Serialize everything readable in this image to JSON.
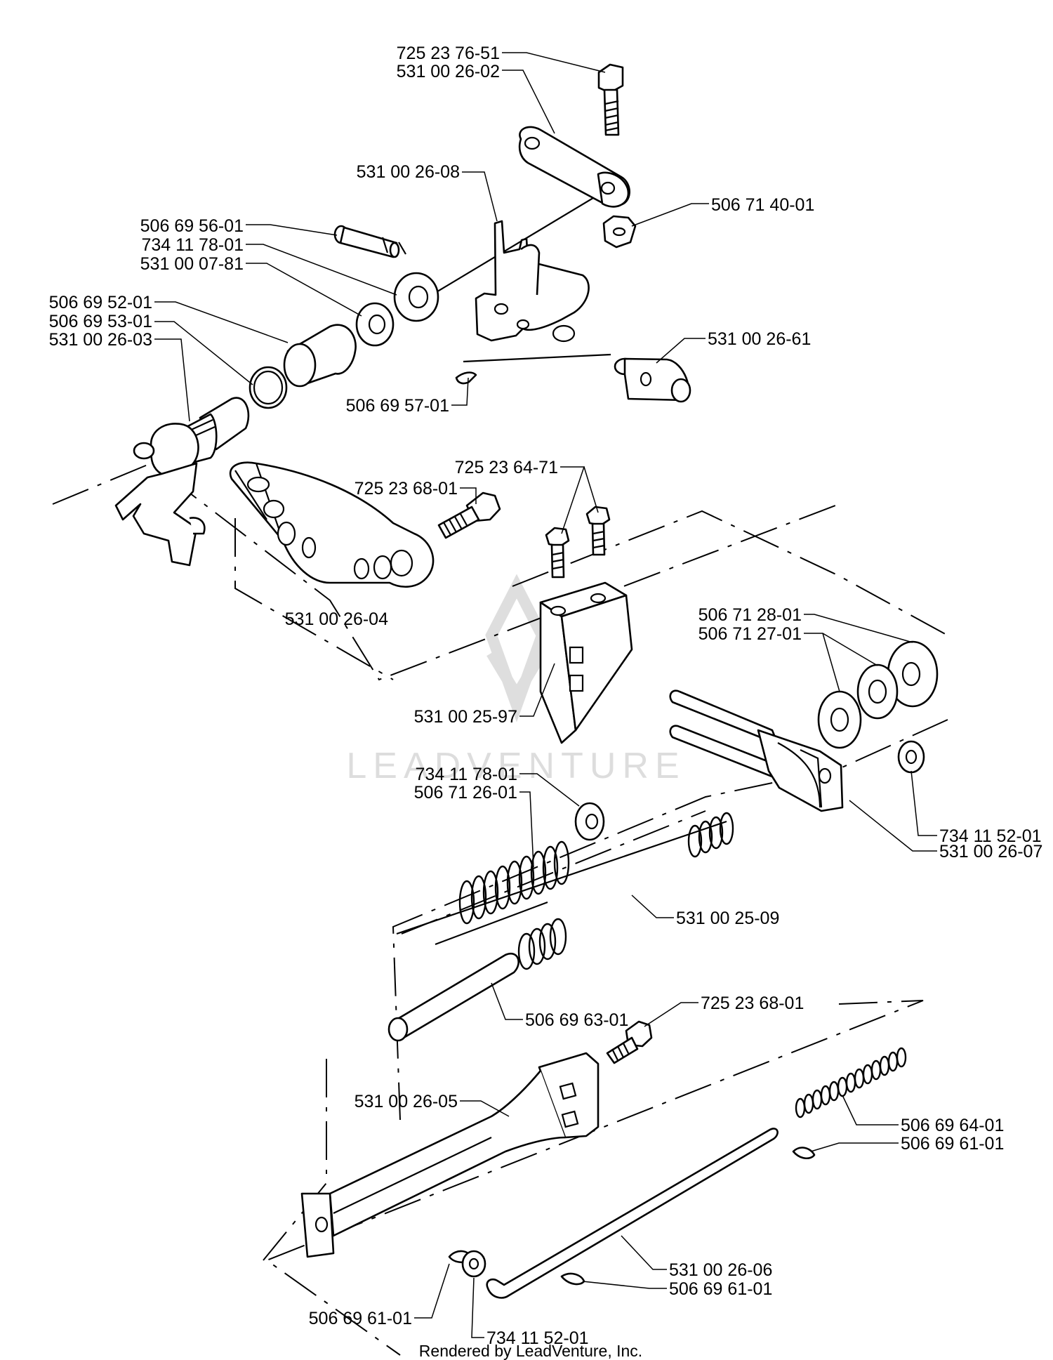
{
  "watermark": "LEADVENTURE",
  "credit": "Rendered by LeadVenture, Inc.",
  "callouts": [
    {
      "id": "c01",
      "text": "725 23 76-51"
    },
    {
      "id": "c02",
      "text": "531 00 26-02"
    },
    {
      "id": "c03",
      "text": "531 00 26-08"
    },
    {
      "id": "c04",
      "text": "506 71 40-01"
    },
    {
      "id": "c05",
      "text": "506 69 56-01"
    },
    {
      "id": "c06",
      "text": "734 11 78-01"
    },
    {
      "id": "c07",
      "text": "531 00 07-81"
    },
    {
      "id": "c08",
      "text": "506 69 52-01"
    },
    {
      "id": "c09",
      "text": "506 69 53-01"
    },
    {
      "id": "c10",
      "text": "531 00 26-03"
    },
    {
      "id": "c11",
      "text": "531 00 26-61"
    },
    {
      "id": "c12",
      "text": "506 69 57-01"
    },
    {
      "id": "c13",
      "text": "725 23 68-01"
    },
    {
      "id": "c14",
      "text": "725 23 64-71"
    },
    {
      "id": "c15",
      "text": "531 00 26-04"
    },
    {
      "id": "c16",
      "text": "506 71 28-01"
    },
    {
      "id": "c17",
      "text": "506 71 27-01"
    },
    {
      "id": "c18",
      "text": "531 00 25-97"
    },
    {
      "id": "c19",
      "text": "734 11 78-01"
    },
    {
      "id": "c20",
      "text": "506 71 26-01"
    },
    {
      "id": "c21",
      "text": "734 11 52-01"
    },
    {
      "id": "c22",
      "text": "531 00 26-07"
    },
    {
      "id": "c23",
      "text": "531 00 25-09"
    },
    {
      "id": "c24",
      "text": "506 69 63-01"
    },
    {
      "id": "c25",
      "text": "725 23 68-01"
    },
    {
      "id": "c26",
      "text": "531 00 26-05"
    },
    {
      "id": "c27",
      "text": "506 69 64-01"
    },
    {
      "id": "c28",
      "text": "506 69 61-01"
    },
    {
      "id": "c29",
      "text": "531 00 26-06"
    },
    {
      "id": "c30",
      "text": "506 69 61-01"
    },
    {
      "id": "c31",
      "text": "506 69 61-01"
    },
    {
      "id": "c32",
      "text": "734 11 52-01"
    }
  ]
}
